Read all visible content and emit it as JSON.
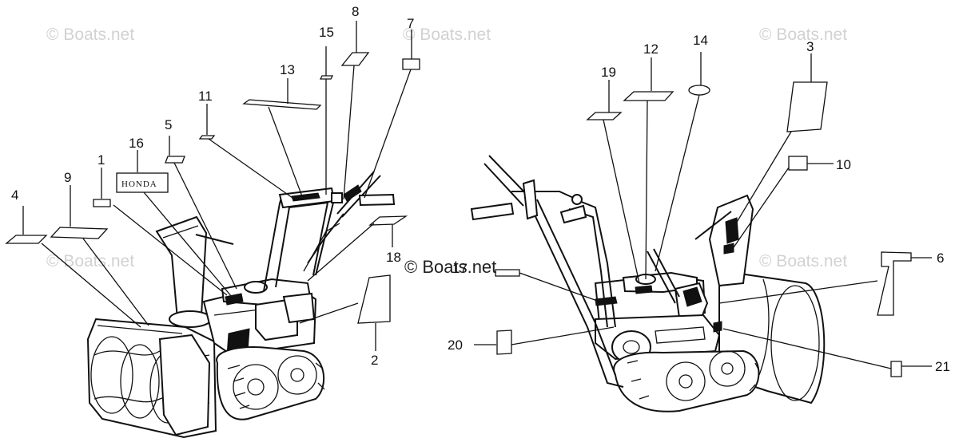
{
  "watermarks": {
    "top_left": "© Boats.net",
    "top_center": "© Boats.net",
    "top_right": "© Boats.net",
    "mid_left": "© Boats.net",
    "mid_right": "© Boats.net",
    "center": "© Boats.net"
  },
  "decal_brand_text": "HONDA",
  "callouts": {
    "c1": "1",
    "c2": "2",
    "c3": "3",
    "c4": "4",
    "c5": "5",
    "c6": "6",
    "c7": "7",
    "c8": "8",
    "c9": "9",
    "c10": "10",
    "c11": "11",
    "c12": "12",
    "c13": "13",
    "c14": "14",
    "c15": "15",
    "c16": "16",
    "c17": "17",
    "c18": "18",
    "c19": "19",
    "c20": "20",
    "c21": "21"
  }
}
